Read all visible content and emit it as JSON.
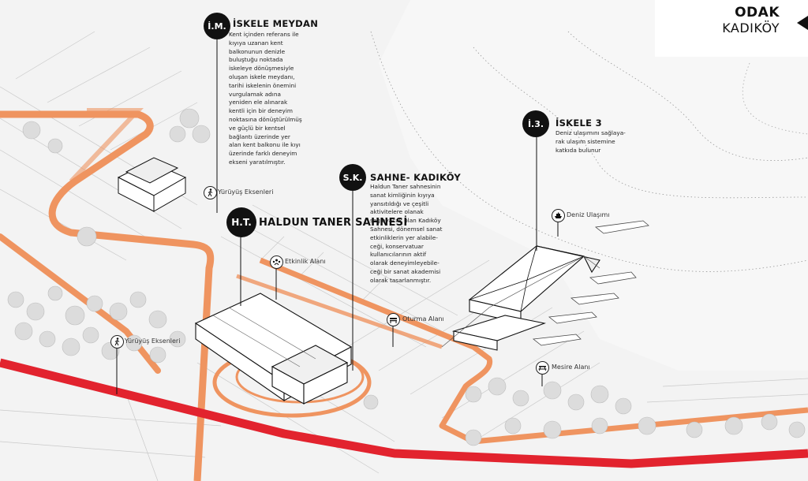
{
  "brand": {
    "title": "ODAK",
    "subtitle": "KADIKÖY"
  },
  "annotations": [
    {
      "badge": "İ.M.",
      "title": "İSKELE MEYDAN",
      "text": "Kent içinden referans ile\nkıyıya uzanan kent\nbalkonunun denizle\nbuluştuğu noktada\niskeleye dönüşmesiyle\noluşan iskele meydanı,\ntarihi iskelenin önemini\nvurgulamak adına\nyeniden ele alınarak\nkentli için bir deneyim\nnoktasına dönüştürülmüş\nve güçlü bir kentsel\nbağlantı üzerinde yer\nalan kent balkonu ile kıyı\nüzerinde farklı deneyim\nekseni yaratılmıştır."
    },
    {
      "badge": "İ.3.",
      "title": "İSKELE 3",
      "text": "Deniz ulaşımını sağlaya-\nrak ulaşım sistemine\nkatkıda bulunur"
    },
    {
      "badge": "S.K.",
      "title": "SAHNE- KADIKÖY",
      "text": "Haldun Taner sahnesinin\nsanat kimliğinin kıyıya\nyansıtıldığı ve çeşitli\naktivitelere olanak\nsağlayacak olan Kadıköy\nSahnesi, dönemsel sanat\netkinliklerin yer alabile-\nceği, konservatuar\nkullanıcılarının aktif\nolarak deneyimleyebile-\nceği bir sanat akademisi\nolarak tasarlanmıştır."
    },
    {
      "badge": "H.T.",
      "title": "HALDUN TANER SAHNESİ",
      "text": ""
    }
  ],
  "labels": {
    "walk_axis_top": "Yürüyüş Eksenleri",
    "walk_axis_left": "Yürüyüş Eksenleri",
    "event_area": "Etkinlik Alanı",
    "seating_area": "Oturma Alanı",
    "sea_transport": "Deniz Ulaşımı",
    "picnic_area": "Mesire Alanı"
  },
  "icons": {
    "walk": "walking-person-icon",
    "event": "people-group-icon",
    "seat": "bench-icon",
    "ferry": "ferry-icon",
    "picnic": "picnic-table-icon"
  },
  "colors": {
    "orange_path": "#ef9460",
    "red_road": "#e2232e",
    "ink": "#111111"
  }
}
